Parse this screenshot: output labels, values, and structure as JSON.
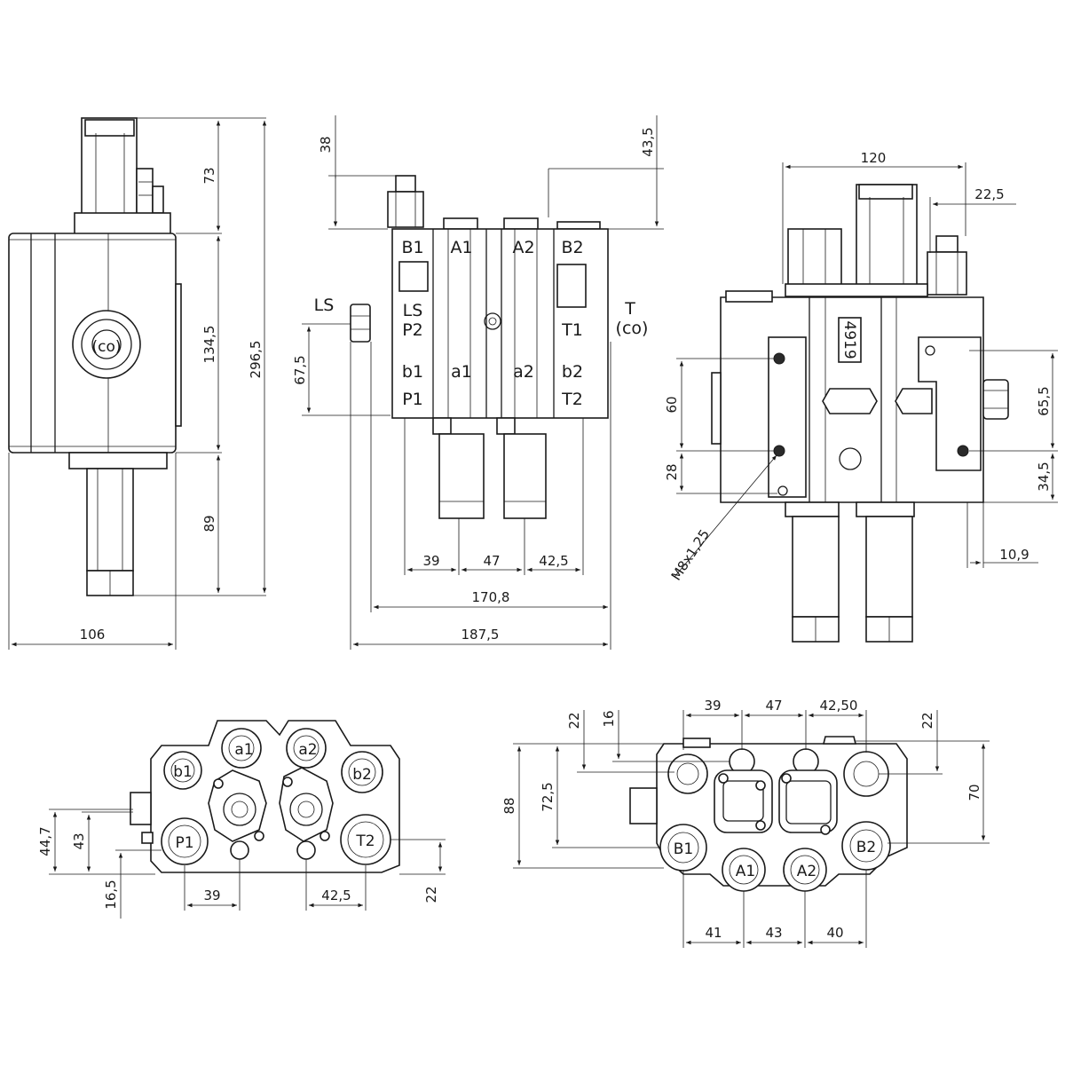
{
  "side_view": {
    "dims": {
      "top_height": "73",
      "body_height": "134,5",
      "overall_height": "296,5",
      "lower_height": "89",
      "width": "106"
    },
    "knob_label": "(co)"
  },
  "front_view": {
    "dims": {
      "top_left": "38",
      "top_right": "43,5",
      "ls_height": "67,5",
      "d39": "39",
      "d47": "47",
      "d42_5": "42,5",
      "d170_8": "170,8",
      "d187_5": "187,5"
    },
    "labels": {
      "ls": "LS",
      "t": "T",
      "t_co": "(co)",
      "b1": "B1",
      "a1": "A1",
      "a2": "A2",
      "b2": "B2",
      "ls_inner": "LS",
      "p2": "P2",
      "t1": "T1",
      "lb1": "b1",
      "la1": "a1",
      "la2": "a2",
      "lb2": "b2",
      "p1": "P1",
      "t2": "T2"
    }
  },
  "right_view": {
    "dims": {
      "d120": "120",
      "d22_5": "22,5",
      "d60": "60",
      "d28": "28",
      "d65_5": "65,5",
      "d34_5": "34,5",
      "d10_9": "10,9"
    },
    "thread_label": "M8x1,25",
    "plate_label": "4919"
  },
  "bottom_left": {
    "dims": {
      "d44_7": "44,7",
      "d43": "43",
      "d16_5": "16,5",
      "d39": "39",
      "d42_5": "42,5",
      "d22": "22"
    },
    "ports": {
      "a1": "a1",
      "a2": "a2",
      "b1": "b1",
      "b2": "b2",
      "p1": "P1",
      "t2": "T2"
    }
  },
  "bottom_right": {
    "dims": {
      "d39": "39",
      "d47": "47",
      "d42_50": "42,50",
      "d22_left": "22",
      "d16": "16",
      "d22_right": "22",
      "d88": "88",
      "d72_5": "72,5",
      "d70": "70",
      "d41": "41",
      "d43": "43",
      "d40": "40"
    },
    "ports": {
      "b1": "B1",
      "a1": "A1",
      "a2": "A2",
      "b2": "B2"
    }
  }
}
